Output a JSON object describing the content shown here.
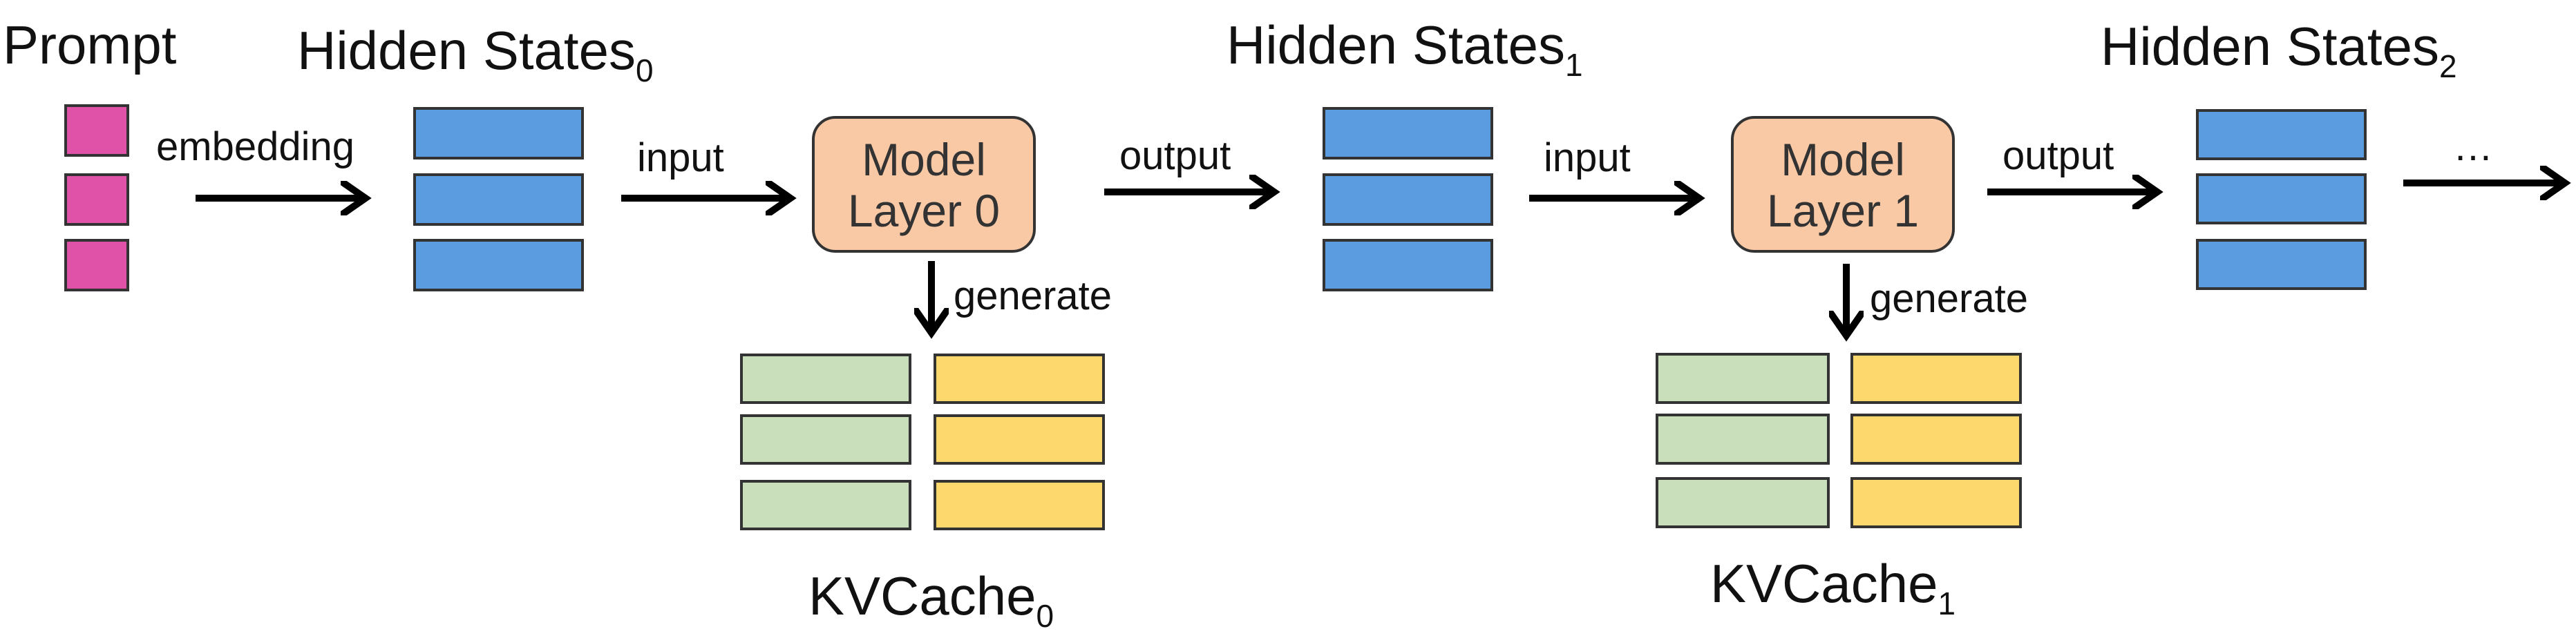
{
  "labels": {
    "prompt": "Prompt",
    "hidden_states": "Hidden States",
    "embedding": "embedding",
    "input": "input",
    "output": "output",
    "generate": "generate",
    "kvcache": "KVCache",
    "ellipsis": "…"
  },
  "hidden_state_subscripts": [
    "0",
    "1",
    "2"
  ],
  "layers": [
    {
      "line1": "Model",
      "line2": "Layer 0",
      "kv_subscript": "0"
    },
    {
      "line1": "Model",
      "line2": "Layer 1",
      "kv_subscript": "1"
    }
  ],
  "colors": {
    "prompt_block": "#e052a8",
    "hidden_block": "#5b9be0",
    "layer_box": "#f9c9a6",
    "key_block": "#c9dfbb",
    "value_block": "#fdd96d",
    "outline": "#333333"
  }
}
